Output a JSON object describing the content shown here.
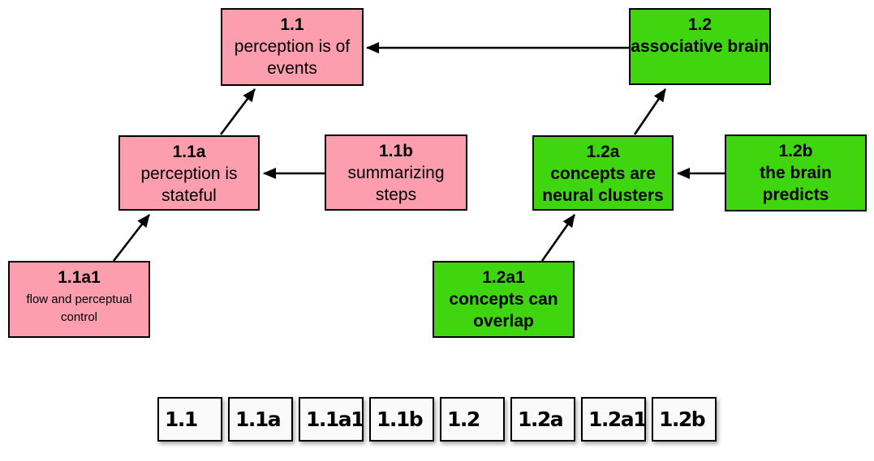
{
  "colors": {
    "node_pink": "#FC9EAE",
    "node_green": "#3FD60F",
    "card_background": "#FAFAFA",
    "border": "#000000",
    "arrow": "#000000"
  },
  "diagram": {
    "nodes": [
      {
        "id": "1.1",
        "title": "1.1",
        "body": "perception is of events",
        "color": "pink"
      },
      {
        "id": "1.2",
        "title": "1.2",
        "body": "associative brain",
        "color": "green"
      },
      {
        "id": "1.1a",
        "title": "1.1a",
        "body": "perception is stateful",
        "color": "pink"
      },
      {
        "id": "1.1b",
        "title": "1.1b",
        "body": "summarizing steps",
        "color": "pink"
      },
      {
        "id": "1.2a",
        "title": "1.2a",
        "body": "concepts are neural clusters",
        "color": "green"
      },
      {
        "id": "1.2b",
        "title": "1.2b",
        "body": "the brain predicts",
        "color": "green"
      },
      {
        "id": "1.1a1",
        "title": "1.1a1",
        "body": "flow and perceptual control",
        "color": "pink"
      },
      {
        "id": "1.2a1",
        "title": "1.2a1",
        "body": "concepts can overlap",
        "color": "green"
      }
    ],
    "edges": [
      {
        "from": "1.2",
        "to": "1.1"
      },
      {
        "from": "1.1a",
        "to": "1.1"
      },
      {
        "from": "1.1b",
        "to": "1.1a"
      },
      {
        "from": "1.1a1",
        "to": "1.1a"
      },
      {
        "from": "1.2a",
        "to": "1.2"
      },
      {
        "from": "1.2b",
        "to": "1.2a"
      },
      {
        "from": "1.2a1",
        "to": "1.2a"
      }
    ]
  },
  "cards": {
    "items": [
      "1.1",
      "1.1a",
      "1.1a1",
      "1.1b",
      "1.2",
      "1.2a",
      "1.2a1",
      "1.2b"
    ]
  }
}
